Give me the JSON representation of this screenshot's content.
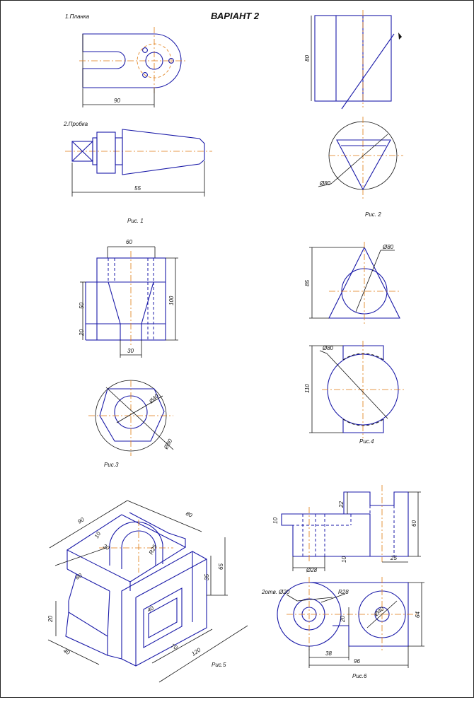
{
  "title": "ВАРІАНТ 2",
  "fig1": {
    "label_plank": "1.Планка",
    "label_probka": "2.Пробка",
    "dim_90": "90",
    "dim_55": "55",
    "caption": "Рис. 1"
  },
  "fig2": {
    "dim_80": "80",
    "dim_diam": "Ø80",
    "caption": "Рис. 2"
  },
  "fig3": {
    "dim_60": "60",
    "dim_100": "100",
    "dim_50": "50",
    "dim_20": "20",
    "dim_30": "30",
    "dim_d1": "Ø40",
    "dim_d2": "Ø80",
    "caption": "Рис.3"
  },
  "fig4": {
    "dim_85": "85",
    "dim_d1": "Ø80",
    "dim_d2": "Ø80",
    "dim_110": "110",
    "caption": "Рис.4"
  },
  "fig5": {
    "dim_90": "90",
    "dim_80_top": "80",
    "dim_10": "10",
    "dim_30": "30",
    "dim_r25": "R25",
    "dim_80_left": "80",
    "dim_65": "65",
    "dim_35": "35",
    "dim_40_in": "40",
    "dim_40": "40",
    "dim_20": "20",
    "dim_70": "70",
    "dim_120": "120",
    "caption": "Рис.5"
  },
  "fig6": {
    "dim_22": "22",
    "dim_10_l": "10",
    "dim_60": "60",
    "dim_d28": "Ø28",
    "dim_10_b": "10",
    "dim_25": "25",
    "dim_2otv": "2отв. Ø20",
    "dim_r28": "R28",
    "dim_20": "20",
    "dim_d40": "Ø40",
    "dim_64": "64",
    "dim_38": "38",
    "dim_96": "96",
    "caption": "Рис.6"
  }
}
